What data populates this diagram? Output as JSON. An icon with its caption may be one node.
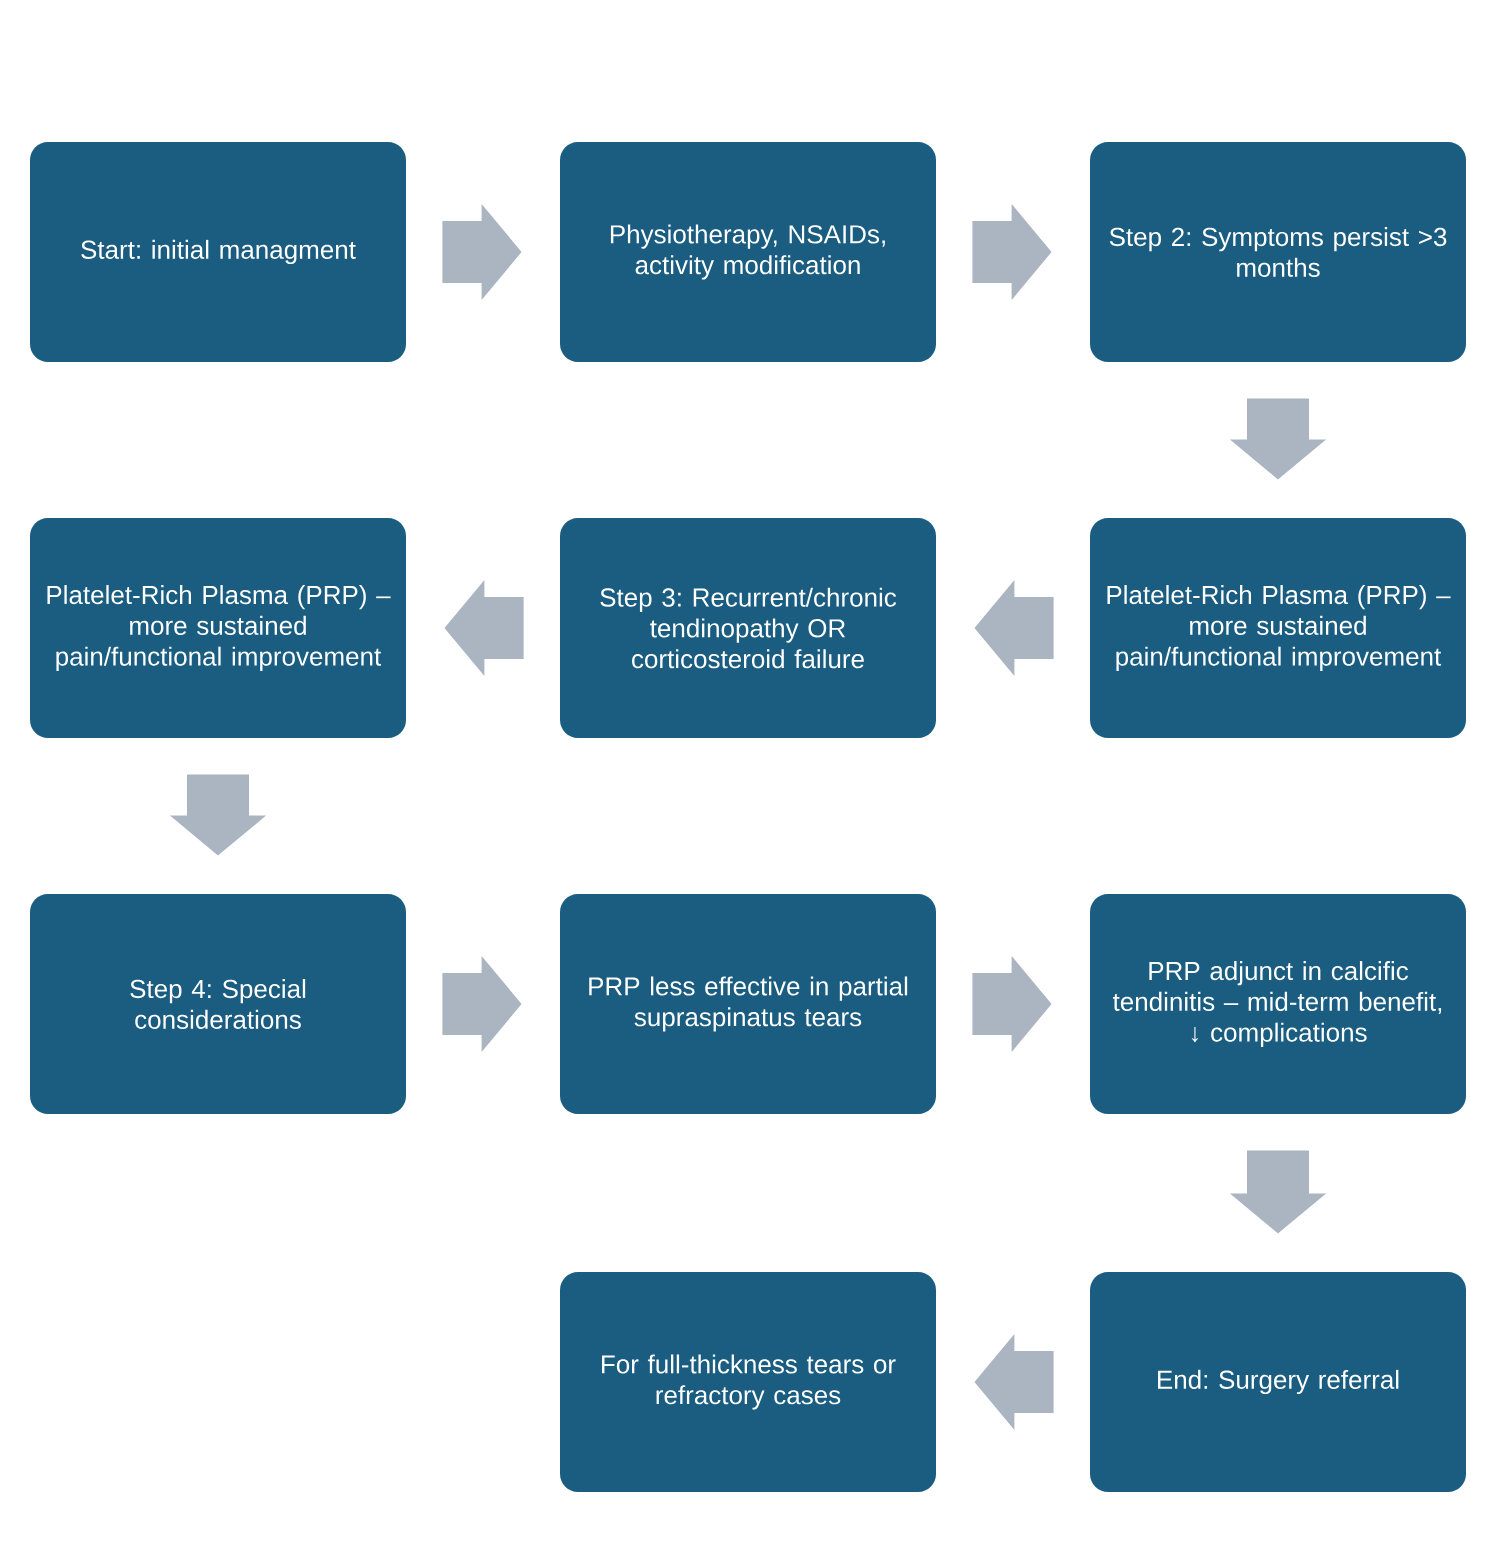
{
  "diagram": {
    "nodes": [
      {
        "text": [
          "Start: initial managment"
        ]
      },
      {
        "text": [
          "Physiotherapy, NSAIDs, activity modification"
        ]
      },
      {
        "text": [
          "Step 2: Symptoms persist >3 months"
        ]
      },
      {
        "text": [
          "Platelet-Rich Plasma (PRP) – more sustained pain/functional improvement"
        ]
      },
      {
        "text": [
          "Step 3: Recurrent/chronic tendinopathy OR corticosteroid failure"
        ]
      },
      {
        "text": [
          "Platelet-Rich Plasma (PRP) – more sustained pain/functional improvement"
        ]
      },
      {
        "text": [
          "Step 4: Special considerations"
        ]
      },
      {
        "text": [
          "PRP less effective in partial supraspinatus tears"
        ]
      },
      {
        "text": [
          "PRP adjunct in calcific tendinitis – mid-term benefit, ↓ complications"
        ]
      },
      {
        "text": [
          "For full-thickness tears or refractory cases"
        ]
      },
      {
        "text": [
          "End: Surgery referral"
        ]
      }
    ],
    "edges": [
      {
        "from": 0,
        "to": 1,
        "arrow": "to"
      },
      {
        "from": 1,
        "to": 2,
        "arrow": "to"
      },
      {
        "from": 2,
        "to": 5,
        "arrow": "to"
      },
      {
        "from": 5,
        "to": 4,
        "arrow": "to"
      },
      {
        "from": 4,
        "to": 3,
        "arrow": "to"
      },
      {
        "from": 3,
        "to": 6,
        "arrow": "to"
      },
      {
        "from": 6,
        "to": 7,
        "arrow": "to"
      },
      {
        "from": 7,
        "to": 8,
        "arrow": "to"
      },
      {
        "from": 8,
        "to": 10,
        "arrow": "to"
      },
      {
        "from": 10,
        "to": 9,
        "arrow": "to"
      }
    ]
  }
}
